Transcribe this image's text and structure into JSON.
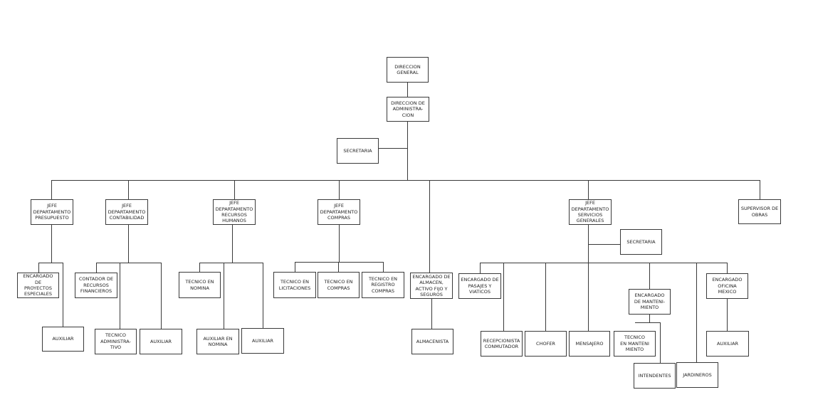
{
  "nodes": {
    "direccion_general": "DIRECCION\nGENERAL",
    "direccion_administracion": "DIRECCION DE\nADMINISTRA-\nCION",
    "secretaria_admin": "SECRETARIA",
    "jefe_presupuesto": "JEFE\nDEPARTAMENTO\nPRESUPUESTO",
    "jefe_contabilidad": "JEFE\nDEPARTAMENTO\nCONTABILIDAD",
    "jefe_recursos_humanos": "JEFE\nDEPARTAMENTO\nRECURSOS\nHUMANOS",
    "jefe_compras": "JEFE\nDEPARTAMENTO\nCOMPRAS",
    "jefe_servicios_generales": "JEFE\nDEPARTAMENTO\nSERVICIOS\nGENERALES",
    "supervisor_obras": "SUPERVISOR DE\nOBRAS",
    "encargado_proyectos": "ENCARGADO DE\nPROYECTOS\nESPECIALES",
    "auxiliar_presupuesto": "AUXILIAR",
    "contador_recursos": "CONTADOR DE\nRECURSOS\nFINANCIEROS",
    "tecnico_administrativo": "TECNICO\nADMINISTRA-\nTIVO",
    "auxiliar_contabilidad": "AUXILIAR",
    "tecnico_nomina": "TECNICO EN\nNOMINA",
    "auxiliar_nomina": "AUXILIAR EN\nNOMINA",
    "auxiliar_rh": "AUXILIAR",
    "tecnico_licitaciones": "TECNICO EN\nLICITACIONES",
    "tecnico_compras": "TECNICO EN\nCOMPRAS",
    "tecnico_registro_compras": "TECNICO EN\nREGISTRO\nCOMPRAS",
    "encargado_almacen": "ENCARGADO DE\nALMACEN,\nACTIVO FIJO Y\nSEGUROS",
    "almacenista": "ALMACENISTA",
    "secretaria_servicios": "SECRETARIA",
    "encargado_pasajes": "ENCARGADO DE\nPASAJES Y\nVIATICOS",
    "recepcionista": "RECEPCIONISTA\nCONMUTADOR",
    "chofer": "CHOFER",
    "mensajero": "MENSAJERO",
    "encargado_mantenimiento": "ENCARGADO\nDE MANTENI-\nMIENTO",
    "tecnico_mantenimiento": "TECNICO\nEN MANTENI\nMIENTO",
    "intendentes": "INTENDENTES",
    "jardineros": "JARDINEROS",
    "encargado_oficina_mexico": "ENCARGADO\nOFICINA\nMEXICO",
    "auxiliar_mexico": "AUXILIAR"
  }
}
